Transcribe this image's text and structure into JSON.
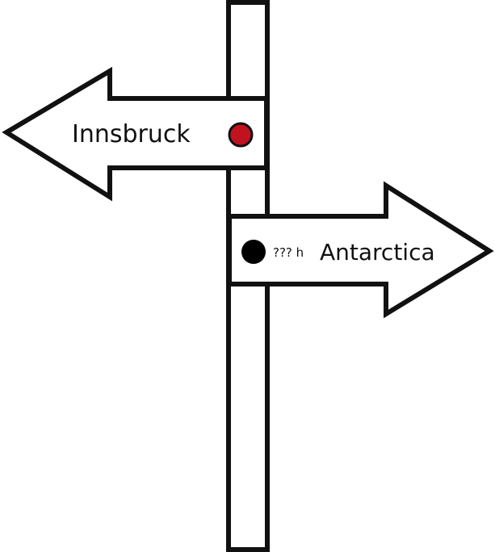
{
  "signs": {
    "left": {
      "destination": "Innsbruck",
      "marker_color": "#c1121f"
    },
    "right": {
      "time": "??? h",
      "destination": "Antarctica",
      "marker_color": "#000000"
    }
  },
  "colors": {
    "outline": "#111111",
    "fill": "#ffffff"
  }
}
